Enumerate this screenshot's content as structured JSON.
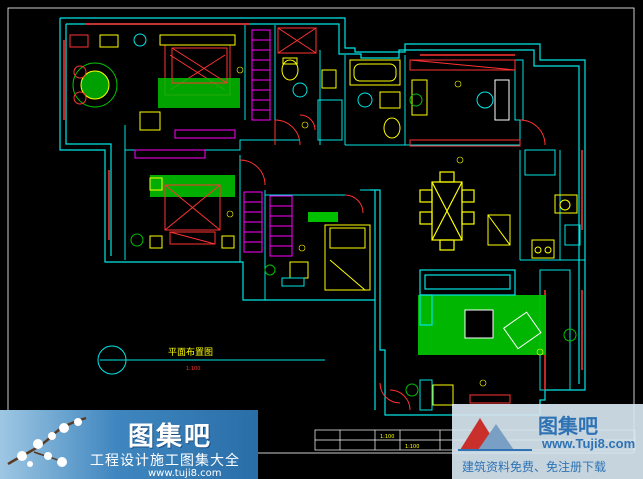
{
  "drawing": {
    "plan_title": "平面布置图",
    "plan_scale": "1:100",
    "title_block": [
      "1:100",
      "1:100"
    ]
  },
  "watermark_left": {
    "brand": "图集吧",
    "tagline": "工程设计施工图集大全",
    "url": "www.tuji8.com"
  },
  "watermark_right": {
    "brand": "图集吧",
    "url": "www.Tuji8.com",
    "slogan": "建筑资料免费、免注册下载"
  },
  "colors": {
    "background": "#000000",
    "wall": "#00e5e5",
    "furniture": "#ffff00",
    "wardrobe": "#ff00ff",
    "carpet": "#00c000",
    "door": "#ff3333",
    "bed": "#ff3333"
  }
}
